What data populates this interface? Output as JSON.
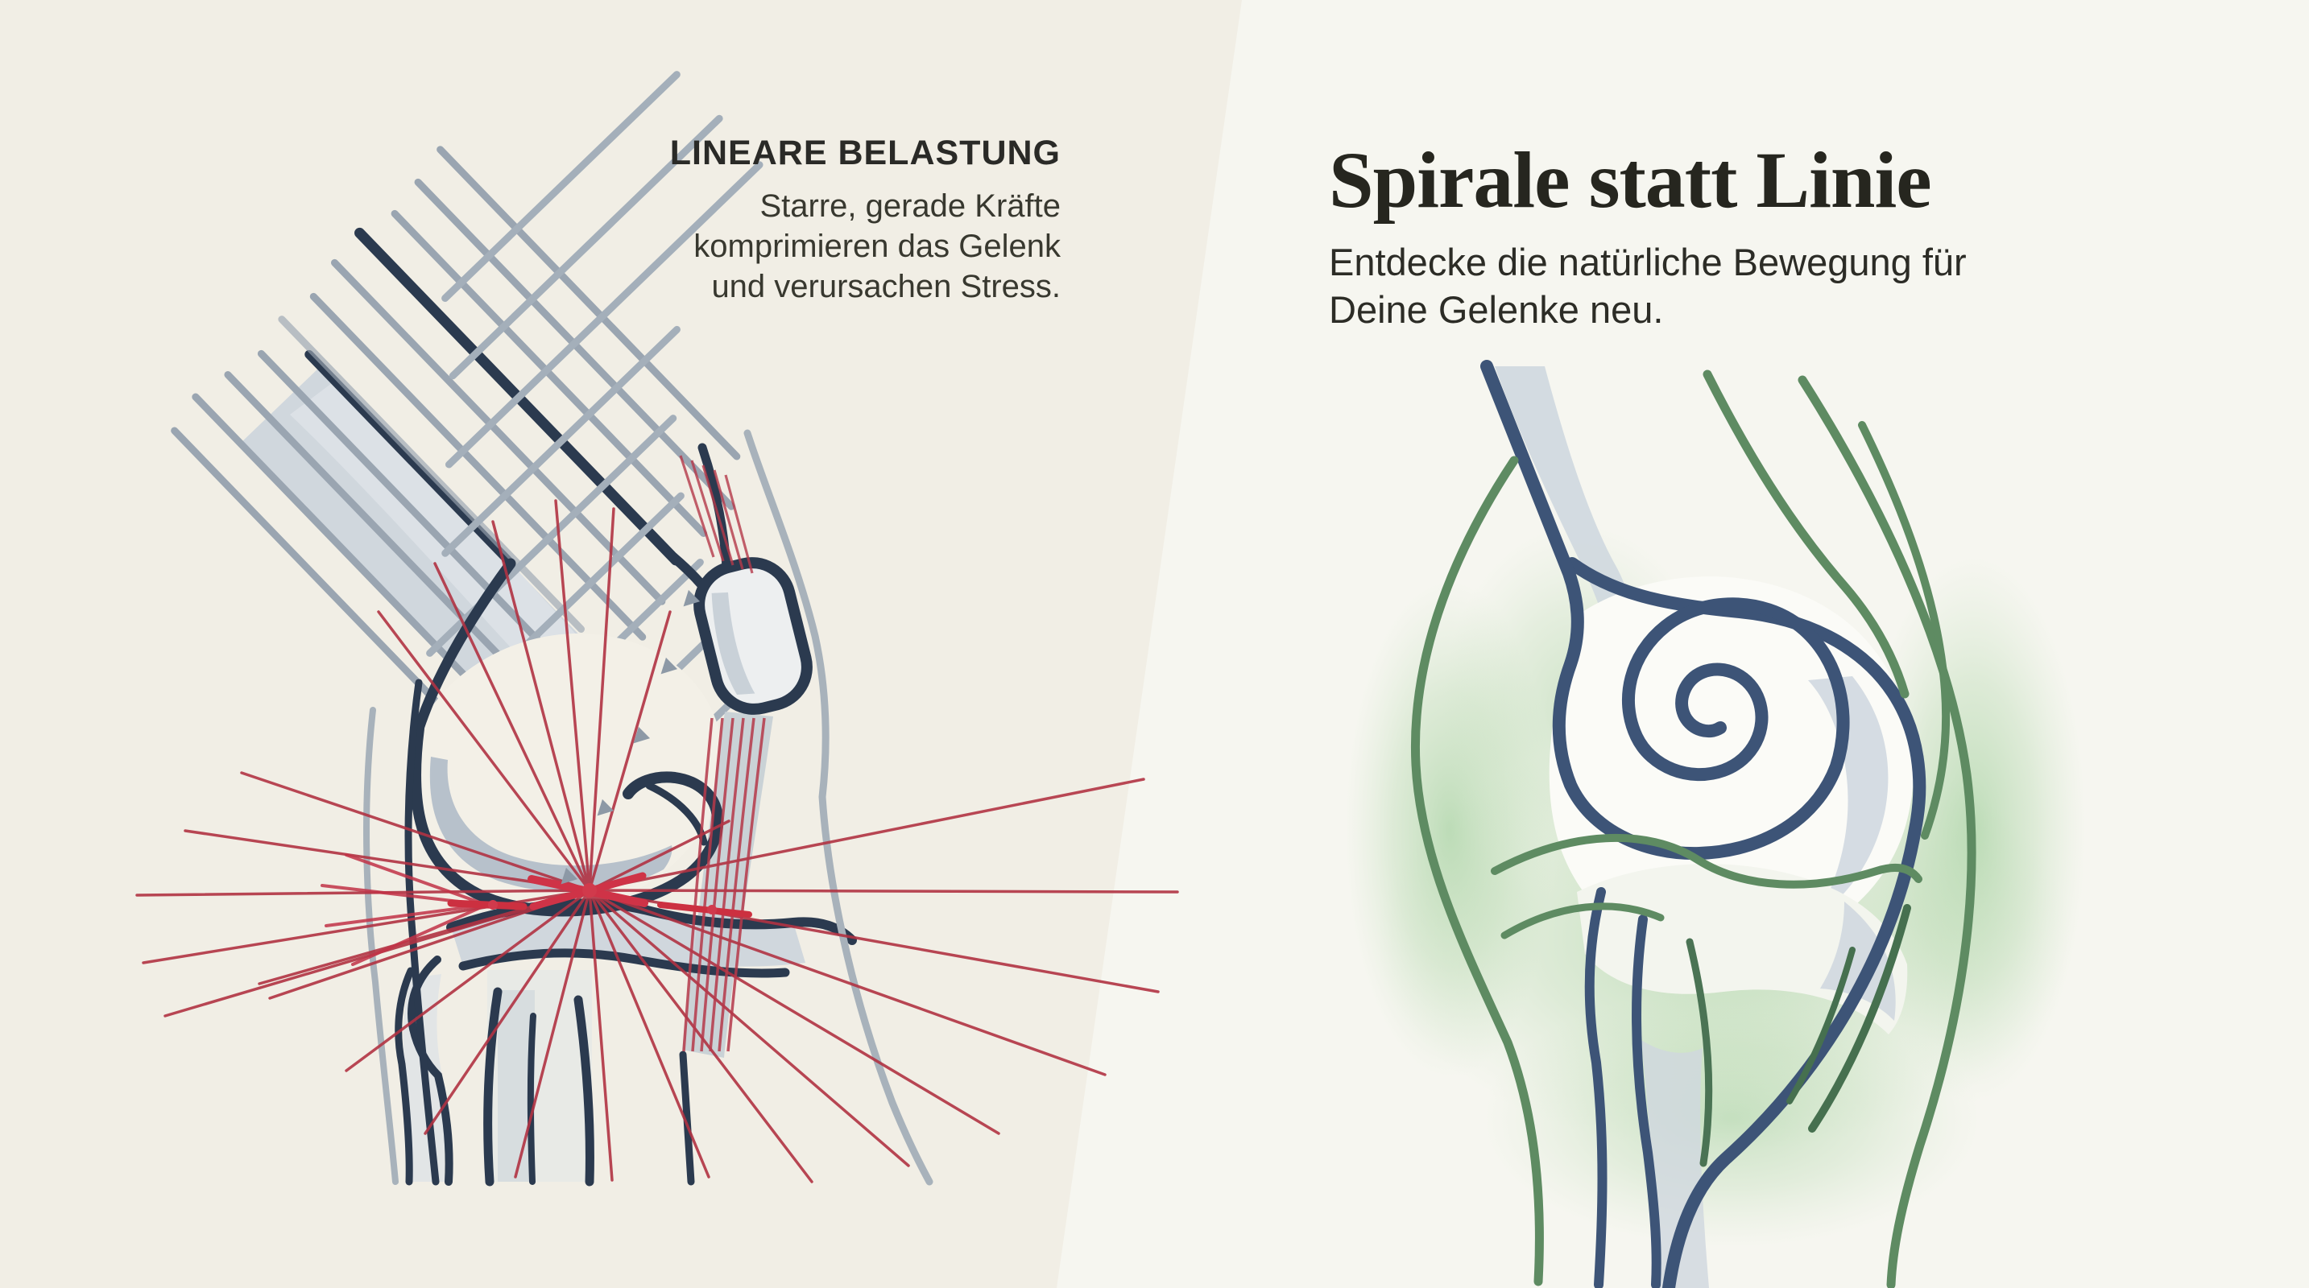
{
  "left_panel": {
    "heading": "LINEARE BELASTUNG",
    "body_lines": [
      "Starre, gerade Kräfte",
      "komprimieren das Gelenk",
      "und verursachen Stress."
    ],
    "illustration": "linear-load-knee-diagram",
    "colors": {
      "background": "#f1eee5",
      "outline_navy": "#2b3a4f",
      "grid_grey": "#9aa5b1",
      "bone_fill": "#ccd4db",
      "stress_red": "#b13343"
    }
  },
  "right_panel": {
    "heading": "Spirale statt Linie",
    "subheading_lines": [
      "Entdecke die natürliche Bewegung für",
      "Deine Gelenke neu."
    ],
    "illustration": "spiral-knee-diagram",
    "colors": {
      "background": "#f6f6f0",
      "outline_navy": "#3d5477",
      "flow_green": "#5e8b62",
      "flow_green_dark": "#46704f",
      "glow_green": "#8fc78a",
      "bone_fill": "#cdd6de"
    }
  }
}
